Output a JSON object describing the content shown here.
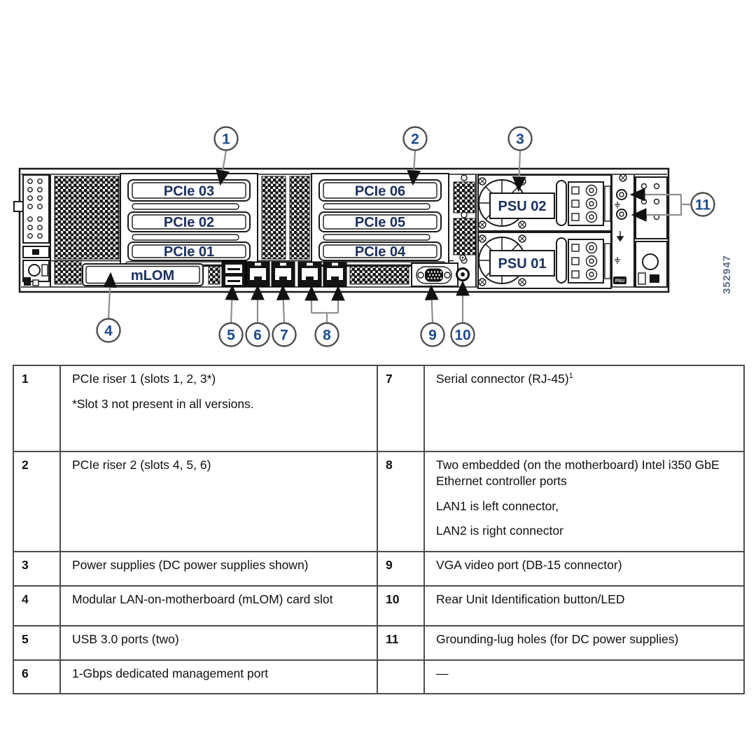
{
  "figure": {
    "slots_riser1": [
      "PCIe 03",
      "PCIe 02",
      "PCIe 01"
    ],
    "slots_riser2": [
      "PCIe 06",
      "PCIe 05",
      "PCIe 04"
    ],
    "mlom_label": "mLOM",
    "psu_top_label": "PSU 02",
    "psu_bottom_label": "PSU 01",
    "psu_tiny_label": "PSU",
    "figure_id": "352947",
    "callouts": [
      "1",
      "2",
      "3",
      "4",
      "5",
      "6",
      "7",
      "8",
      "9",
      "10",
      "11"
    ]
  },
  "colors": {
    "diagram_label_text": "#1c3060",
    "callout_number_text": "#1d4a8f",
    "figure_id_text": "#5f7086",
    "table_border": "#4d4d4d"
  },
  "legend": {
    "rows": [
      {
        "num_l": "1",
        "lines_l": [
          "PCIe riser 1 (slots 1, 2, 3*)",
          "*Slot 3 not present in all versions."
        ],
        "num_r": "7",
        "r_text": "Serial connector (RJ-45)",
        "r_sup": "1"
      },
      {
        "num_l": "2",
        "lines_l": [
          "PCIe riser 2 (slots 4, 5, 6)"
        ],
        "num_r": "8",
        "lines_r": [
          "Two embedded (on the motherboard) Intel i350 GbE Ethernet controller ports",
          "LAN1 is left connector,",
          "LAN2 is right connector"
        ]
      },
      {
        "num_l": "3",
        "lines_l": [
          "Power supplies (DC power supplies shown)"
        ],
        "num_r": "9",
        "lines_r": [
          "VGA video port (DB-15 connector)"
        ]
      },
      {
        "num_l": "4",
        "lines_l": [
          "Modular LAN-on-motherboard (mLOM) card slot"
        ],
        "num_r": "10",
        "lines_r": [
          "Rear Unit Identification button/LED"
        ]
      },
      {
        "num_l": "5",
        "lines_l": [
          "USB 3.0 ports (two)"
        ],
        "num_r": "11",
        "lines_r": [
          "Grounding-lug holes (for DC power supplies)"
        ]
      },
      {
        "num_l": "6",
        "lines_l": [
          "1-Gbps dedicated management port"
        ],
        "num_r": "",
        "lines_r": [
          "—"
        ]
      }
    ]
  }
}
